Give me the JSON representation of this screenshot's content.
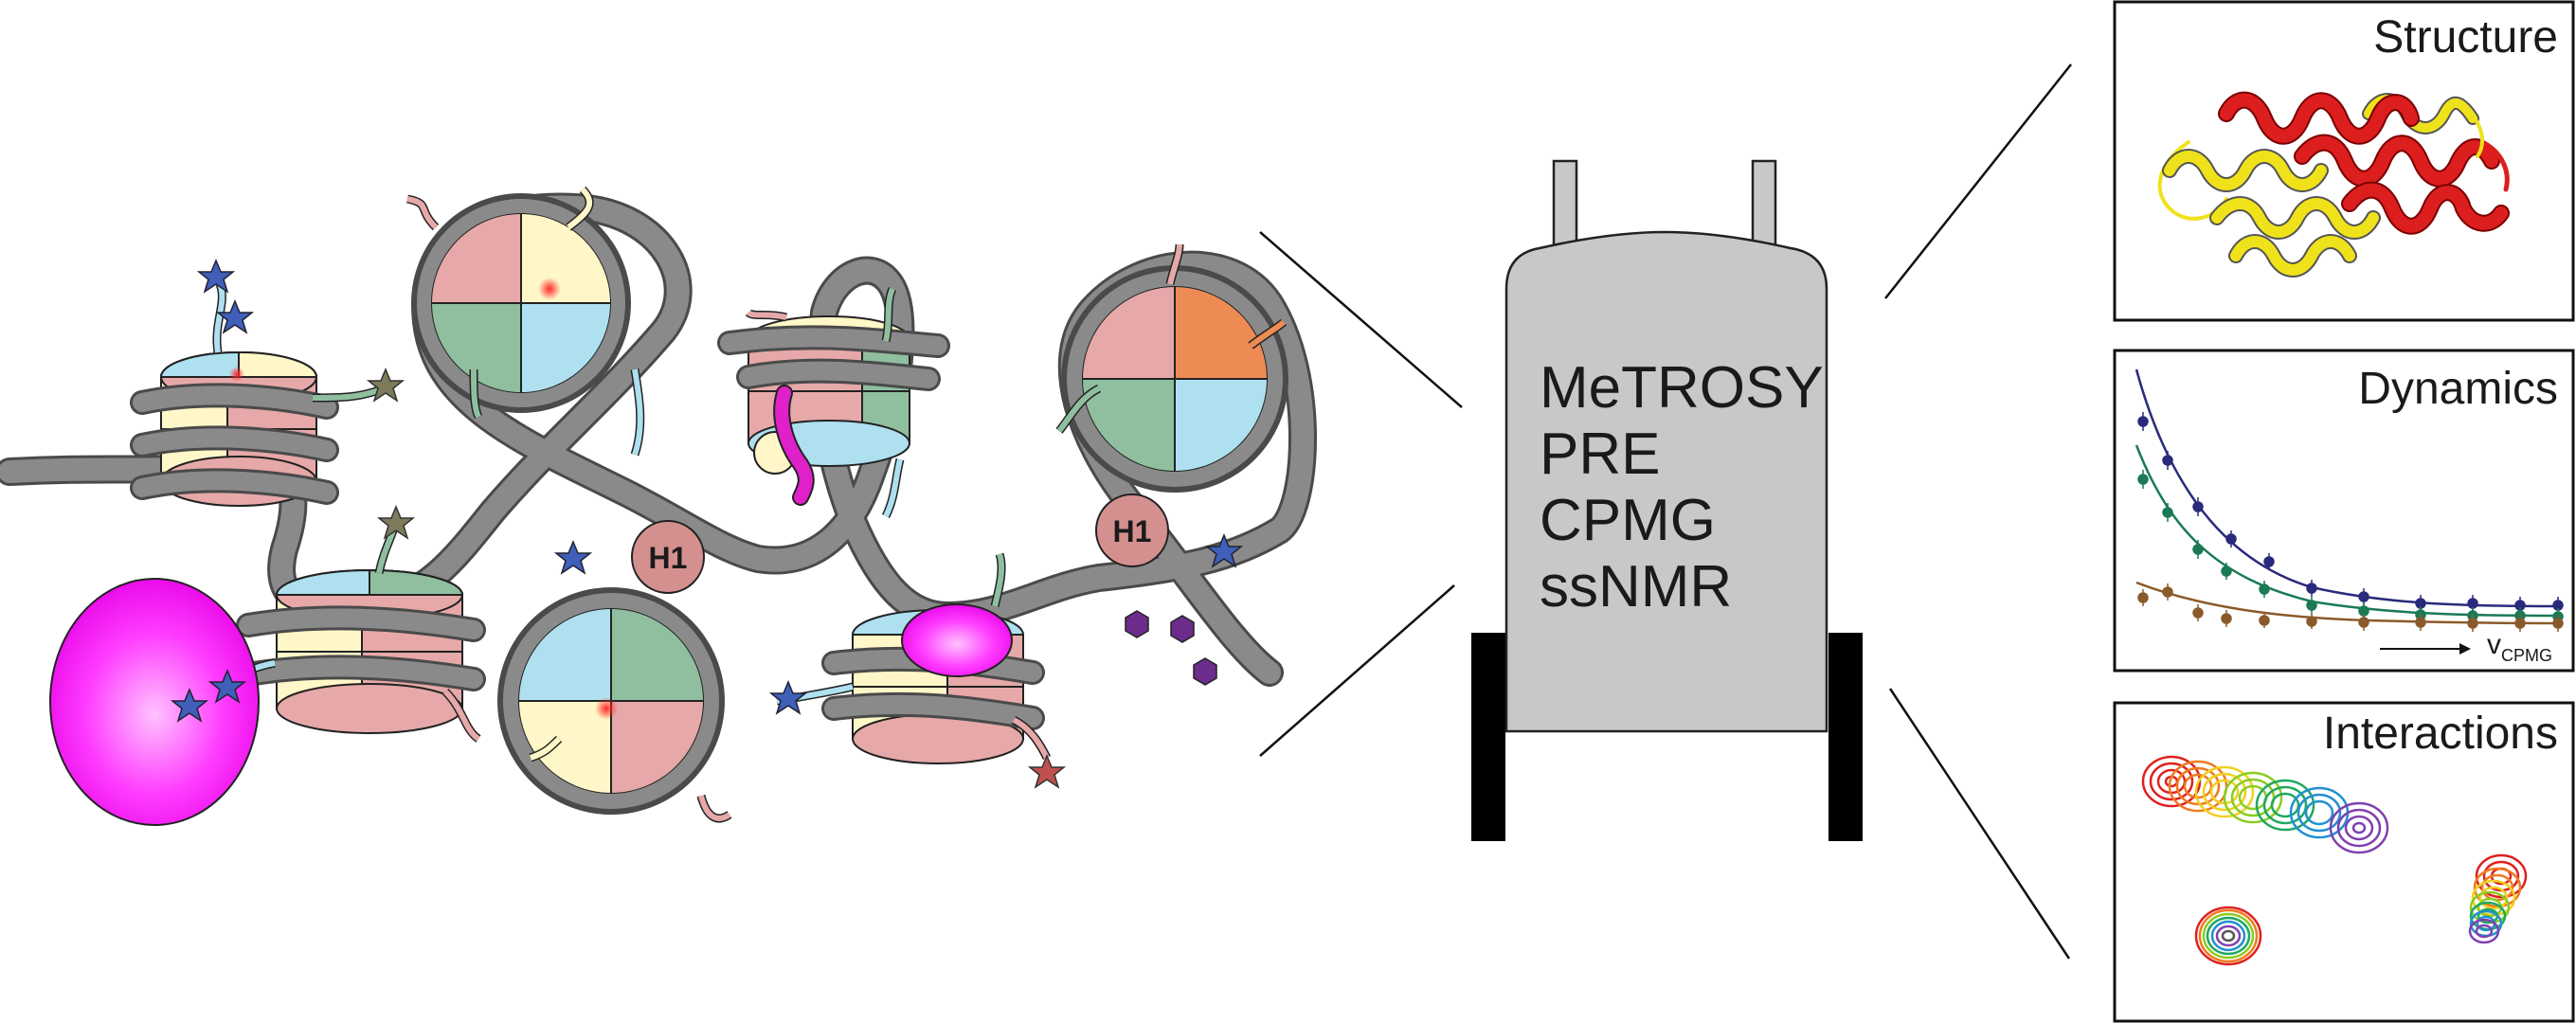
{
  "technique_list": [
    "MeTROSY",
    "PRE",
    "CPMG",
    "ssNMR"
  ],
  "linker_histone_label": "H1",
  "panels": {
    "structure": {
      "title": "Structure"
    },
    "dynamics": {
      "title": "Dynamics",
      "axis_symbol": "v",
      "axis_subscript": "CPMG"
    },
    "interactions": {
      "title": "Interactions"
    }
  },
  "colors": {
    "dna": "#8a8a8a",
    "spectrometer": "#c8c8c8",
    "ligand": "#ff00ff",
    "h1": "#d4908f",
    "histone_pink": "#e6a8a8",
    "histone_yellow": "#fff7c7",
    "histone_green": "#8fbf9f",
    "histone_blue": "#aee0f0",
    "histone_orange": "#ee8b55",
    "helix_red": "#dd1e1e",
    "helix_yellow": "#f0e21a"
  }
}
